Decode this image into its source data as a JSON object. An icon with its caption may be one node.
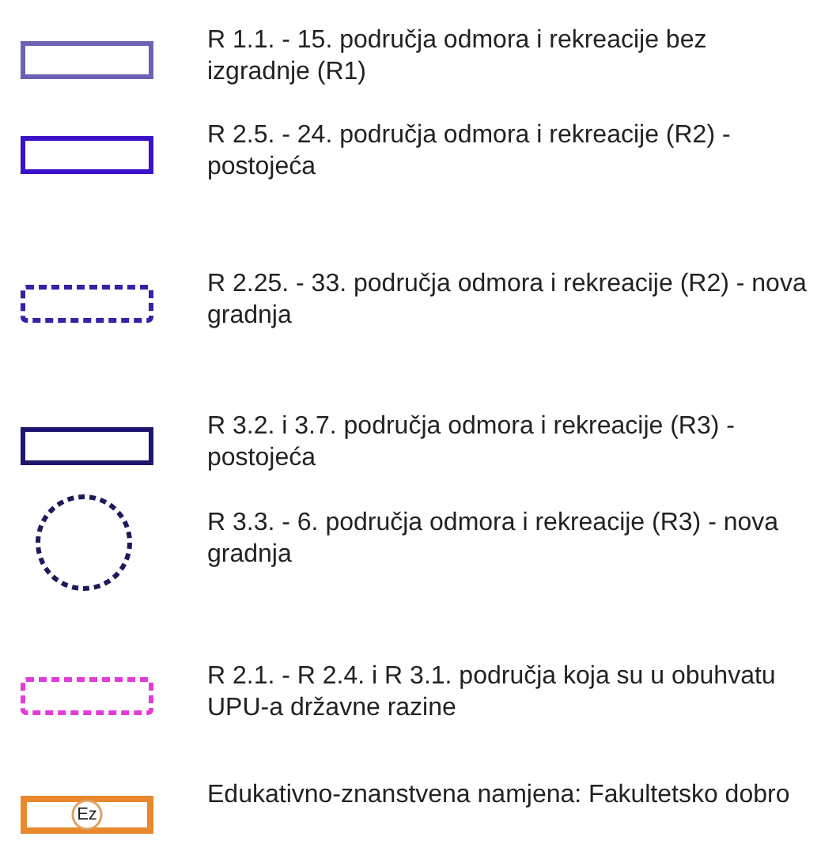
{
  "diagram": {
    "labels": [
      "Ez"
    ],
    "legend": [
      {
        "text": "R 1.1. - 15. područja odmora i rekreacije bez izgradnje (R1)"
      },
      {
        "text": "R 2.5. - 24. područja odmora i rekreacije (R2) - postojeća"
      },
      {
        "text": "R 2.25. - 33. područja odmora i rekreacije (R2) - nova gradnja"
      },
      {
        "text": "R 3.2. i 3.7. područja odmora i rekreacije (R3) - postojeća"
      },
      {
        "text": "R 3.3. - 6. područja odmora i rekreacije (R3) - nova gradnja"
      },
      {
        "text": "R 2.1. - R 2.4. i R 3.1. područja koja su u obuhvatu UPU-a državne razine"
      },
      {
        "text": "Edukativno-znanstvena namjena: Fakultetsko dobro"
      }
    ]
  }
}
